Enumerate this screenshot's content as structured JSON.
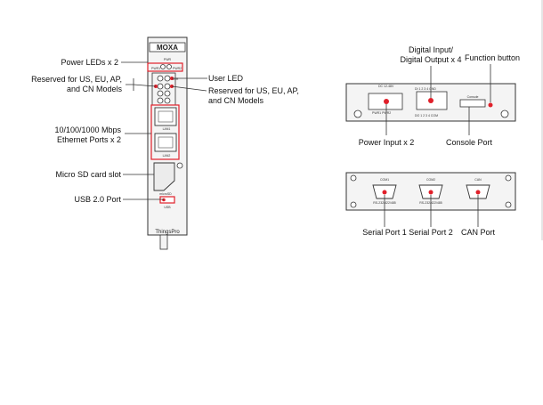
{
  "device_front": {
    "brand": "MOXA",
    "product": "ThingsPro",
    "small_labels": {
      "pwr_header": "PWR",
      "pwr1": "PWR1",
      "pwr2": "PWR2",
      "usr": "USR",
      "lan1": "LAN1",
      "lan2": "LAN2",
      "sd": "microSD",
      "usb": "USB"
    }
  },
  "callouts_left": {
    "power_leds": "Power LEDs x 2",
    "reserved_left_1": "Reserved for US, EU, AP,",
    "reserved_left_2": "and CN Models",
    "ethernet_1": "10/100/1000 Mbps",
    "ethernet_2": "Ethernet Ports x 2",
    "micro_sd": "Micro SD card slot",
    "usb": "USB 2.0 Port"
  },
  "callouts_right": {
    "user_led": "User LED",
    "reserved_right_1": "Reserved for US, EU, AP,",
    "reserved_right_2": "and CN Models"
  },
  "top_panel": {
    "dio_1": "Digital Input/",
    "dio_2": "Digital Output x 4",
    "function_button": "Function button",
    "power_input": "Power Input x 2",
    "console_port": "Console Port",
    "dc_label": "DC 12-48V",
    "di_label": "DI  1  2  3  4  GND",
    "do_label": "DO  1  2  3  4  COM",
    "pwr_terminal": "PWR1 PWR2",
    "console_small": "Console"
  },
  "bottom_panel": {
    "serial_1": "Serial Port 1",
    "serial_2": "Serial Port 2",
    "can_port": "CAN Port",
    "com1": "COM1",
    "com2": "COM2",
    "can_small": "CAN",
    "rs1": "RS-232/422/485",
    "rs2": "RS-232/422/485"
  },
  "colors": {
    "accent_red": "#e0202a",
    "line": "#333333",
    "panel_fill": "#f2f2f2"
  }
}
